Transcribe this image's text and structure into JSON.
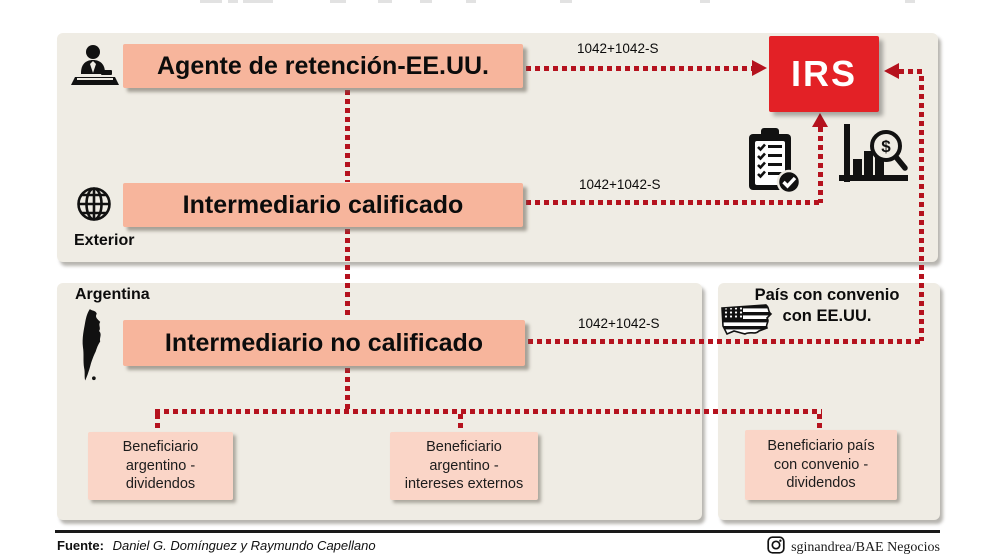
{
  "colors": {
    "panel_bg": "#efece4",
    "box_salmon": "#f7b59c",
    "box_pink": "#fad5c7",
    "irs_red": "#e32126",
    "line_red": "#b5121e"
  },
  "exterior": {
    "region_label": "Exterior",
    "agent_box_label": "Agente de retención-EE.UU.",
    "qualified_box_label": "Intermediario calificado"
  },
  "argentina": {
    "region_label": "Argentina",
    "nonqualified_box_label": "Intermediario no calificado",
    "beneficiary_dividends": {
      "lines": [
        "Beneficiario",
        "argentino -",
        "dividendos"
      ]
    },
    "beneficiary_interests": {
      "lines": [
        "Beneficiario",
        "argentino -",
        "intereses externos"
      ]
    }
  },
  "treaty": {
    "title_lines": [
      "País con convenio",
      "con EE.UU."
    ],
    "beneficiary": {
      "lines": [
        "Beneficiario país",
        "con convenio -",
        "dividendos"
      ]
    }
  },
  "irs": {
    "label": "IRS"
  },
  "forms": {
    "agent_to_irs": "1042+1042-S",
    "qualified_to_irs": "1042+1042-S",
    "nonqualified_flow": "1042+1042-S"
  },
  "footer": {
    "source_label": "Fuente:",
    "source_value": "Daniel G. Domínguez y Raymundo Capellano",
    "credit": "sginandrea/BAE Negocios"
  },
  "icons": {
    "withholding_agent": "person-at-desk",
    "exterior": "globe",
    "argentina": "argentina-map-silhouette",
    "treaty_country": "us-flag-map",
    "reporting": "clipboard-checklist",
    "audit": "bar-chart-magnifier-dollar",
    "social": "instagram"
  }
}
